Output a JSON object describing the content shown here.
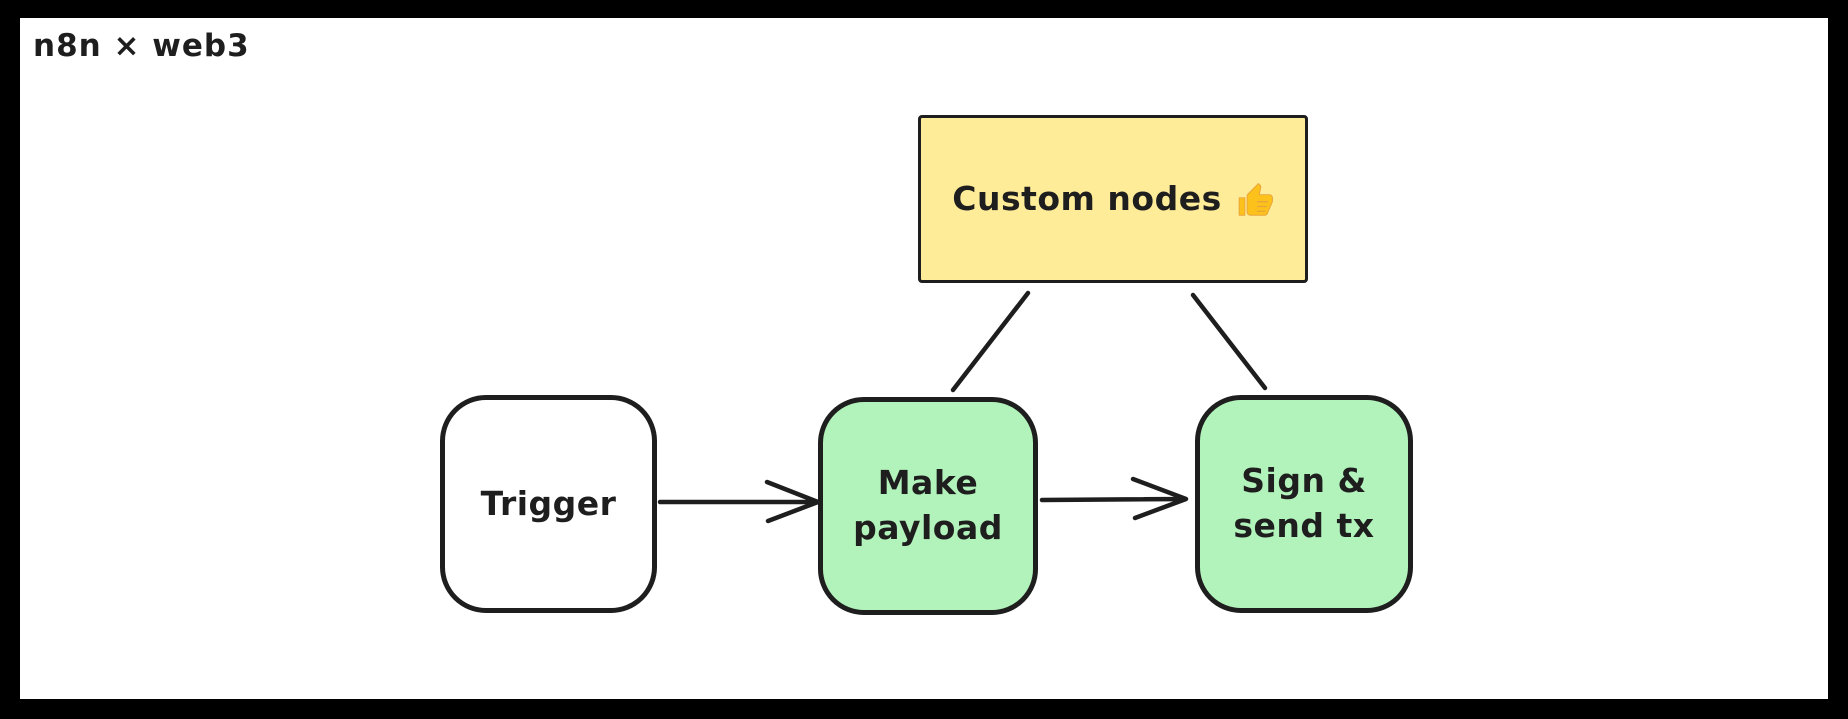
{
  "title": "n8n × web3",
  "nodes": {
    "custom_nodes": {
      "label": "Custom nodes",
      "icon": "thumbs-up",
      "fill": "#ffec99"
    },
    "trigger": {
      "label": "Trigger",
      "fill": "#ffffff"
    },
    "make_payload": {
      "label": "Make payload",
      "fill": "#b2f2bb"
    },
    "sign_send_tx": {
      "label": "Sign & send tx",
      "fill": "#b2f2bb"
    }
  },
  "edges": [
    {
      "from": "trigger",
      "to": "make_payload",
      "type": "arrow"
    },
    {
      "from": "make_payload",
      "to": "sign_send_tx",
      "type": "arrow"
    },
    {
      "from": "custom_nodes",
      "to": "make_payload",
      "type": "line"
    },
    {
      "from": "custom_nodes",
      "to": "sign_send_tx",
      "type": "line"
    }
  ],
  "colors": {
    "stroke": "#1e1e1e",
    "canvas_background": "#ffffff",
    "frame_background": "#000000",
    "yellow_fill": "#ffec99",
    "green_fill": "#b2f2bb",
    "emoji_yellow": "#fcc21b"
  }
}
